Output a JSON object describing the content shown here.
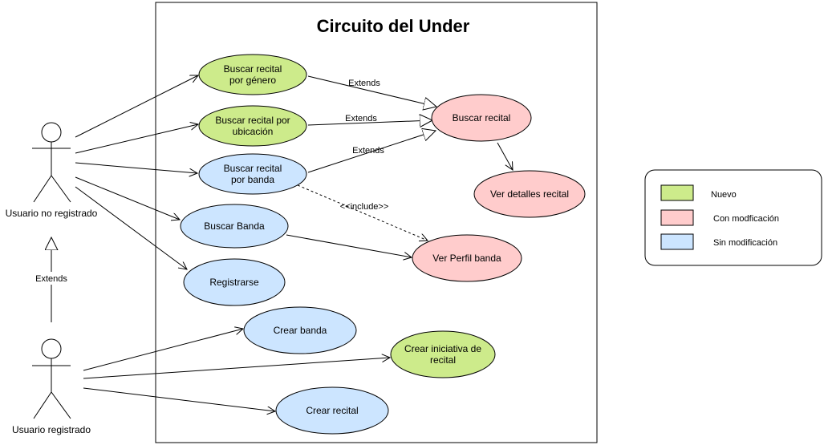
{
  "title": "Circuito del Under",
  "colors": {
    "nuevo": "#cdeb8b",
    "con_modificacion": "#ffcccc",
    "sin_modificacion": "#cce5ff",
    "stroke": "#000000"
  },
  "actors": {
    "no_registrado": "Usuario no registrado",
    "registrado": "Usuario registrado"
  },
  "use_cases": {
    "buscar_genero": [
      "Buscar recital",
      "por género"
    ],
    "buscar_ubicacion": [
      "Buscar recital por",
      "ubicación"
    ],
    "buscar_banda_recital": [
      "Buscar recital",
      "por banda"
    ],
    "buscar_banda": "Buscar Banda",
    "registrarse": "Registrarse",
    "buscar_recital": "Buscar recital",
    "ver_detalles": "Ver detalles recital",
    "ver_perfil": "Ver Perfil banda",
    "crear_banda": "Crear banda",
    "crear_iniciativa": [
      "Crear iniciativa de",
      "recital"
    ],
    "crear_recital": "Crear recital"
  },
  "relations": {
    "extends1": "Extends",
    "extends2": "Extends",
    "extends3": "Extends",
    "include": "<<include>>",
    "actor_extends": "Extends"
  },
  "legend": {
    "nuevo": "Nuevo",
    "con_modificacion": "Con modficación",
    "sin_modificacion": "Sin modificación"
  }
}
